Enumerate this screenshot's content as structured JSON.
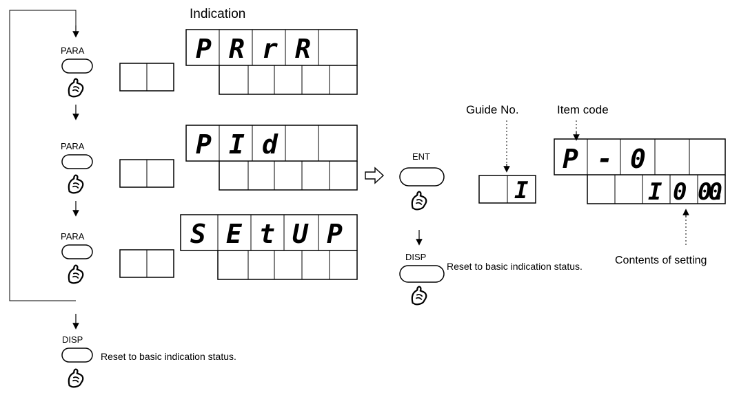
{
  "header": {
    "indication_label": "Indication"
  },
  "left_flow": {
    "rows": [
      {
        "key_label": "PARA",
        "display_top": [
          "P",
          "R",
          "r",
          "R",
          ""
        ]
      },
      {
        "key_label": "PARA",
        "display_top": [
          "P",
          "I",
          "d",
          "",
          ""
        ]
      },
      {
        "key_label": "PARA",
        "display_top": [
          "S",
          "E",
          "t",
          "U",
          "P"
        ]
      }
    ],
    "disp_key_label": "DISP",
    "reset_text": "Reset to basic indication status."
  },
  "right_flow": {
    "ent_key_label": "ENT",
    "disp_key_label": "DISP",
    "reset_text": "Reset to basic indication status.",
    "guide_no_label": "Guide No.",
    "item_code_label": "Item code",
    "guide_digit": "I",
    "display_top": [
      "P",
      "-",
      "0",
      "",
      ""
    ],
    "display_bottom": [
      "I",
      "0",
      "0.",
      "0"
    ],
    "contents_label": "Contents of setting"
  },
  "icons": {
    "arrow": "hollow-right-arrow",
    "finger": "pressing-finger-icon"
  }
}
